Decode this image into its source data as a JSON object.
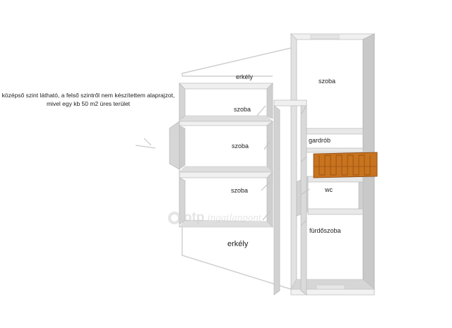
{
  "note": {
    "lines": [
      "középső szint látható, a felső szintről nem készítettem alaprajzot,",
      "mivel egy kb 50 m2 üres terület"
    ]
  },
  "rooms": {
    "erkely_top": "erkély",
    "szoba_right": "szoba",
    "szoba_1": "szoba",
    "szoba_2": "szoba",
    "szoba_3": "szoba",
    "gardrob": "gardrób",
    "wc": "wc",
    "furdoszoba": "fürdőszoba",
    "erkely_bottom": "erkély"
  },
  "watermark": {
    "brand": "otp",
    "sub": "ingatlanpont"
  },
  "colors": {
    "wall_top": "#f2f2f2",
    "wall_side": "#c8c8c8",
    "wall_inner": "#d9d9d9",
    "floor": "#ffffff",
    "stairs": "#c8731e",
    "stair_lines": "#8a4a12"
  }
}
